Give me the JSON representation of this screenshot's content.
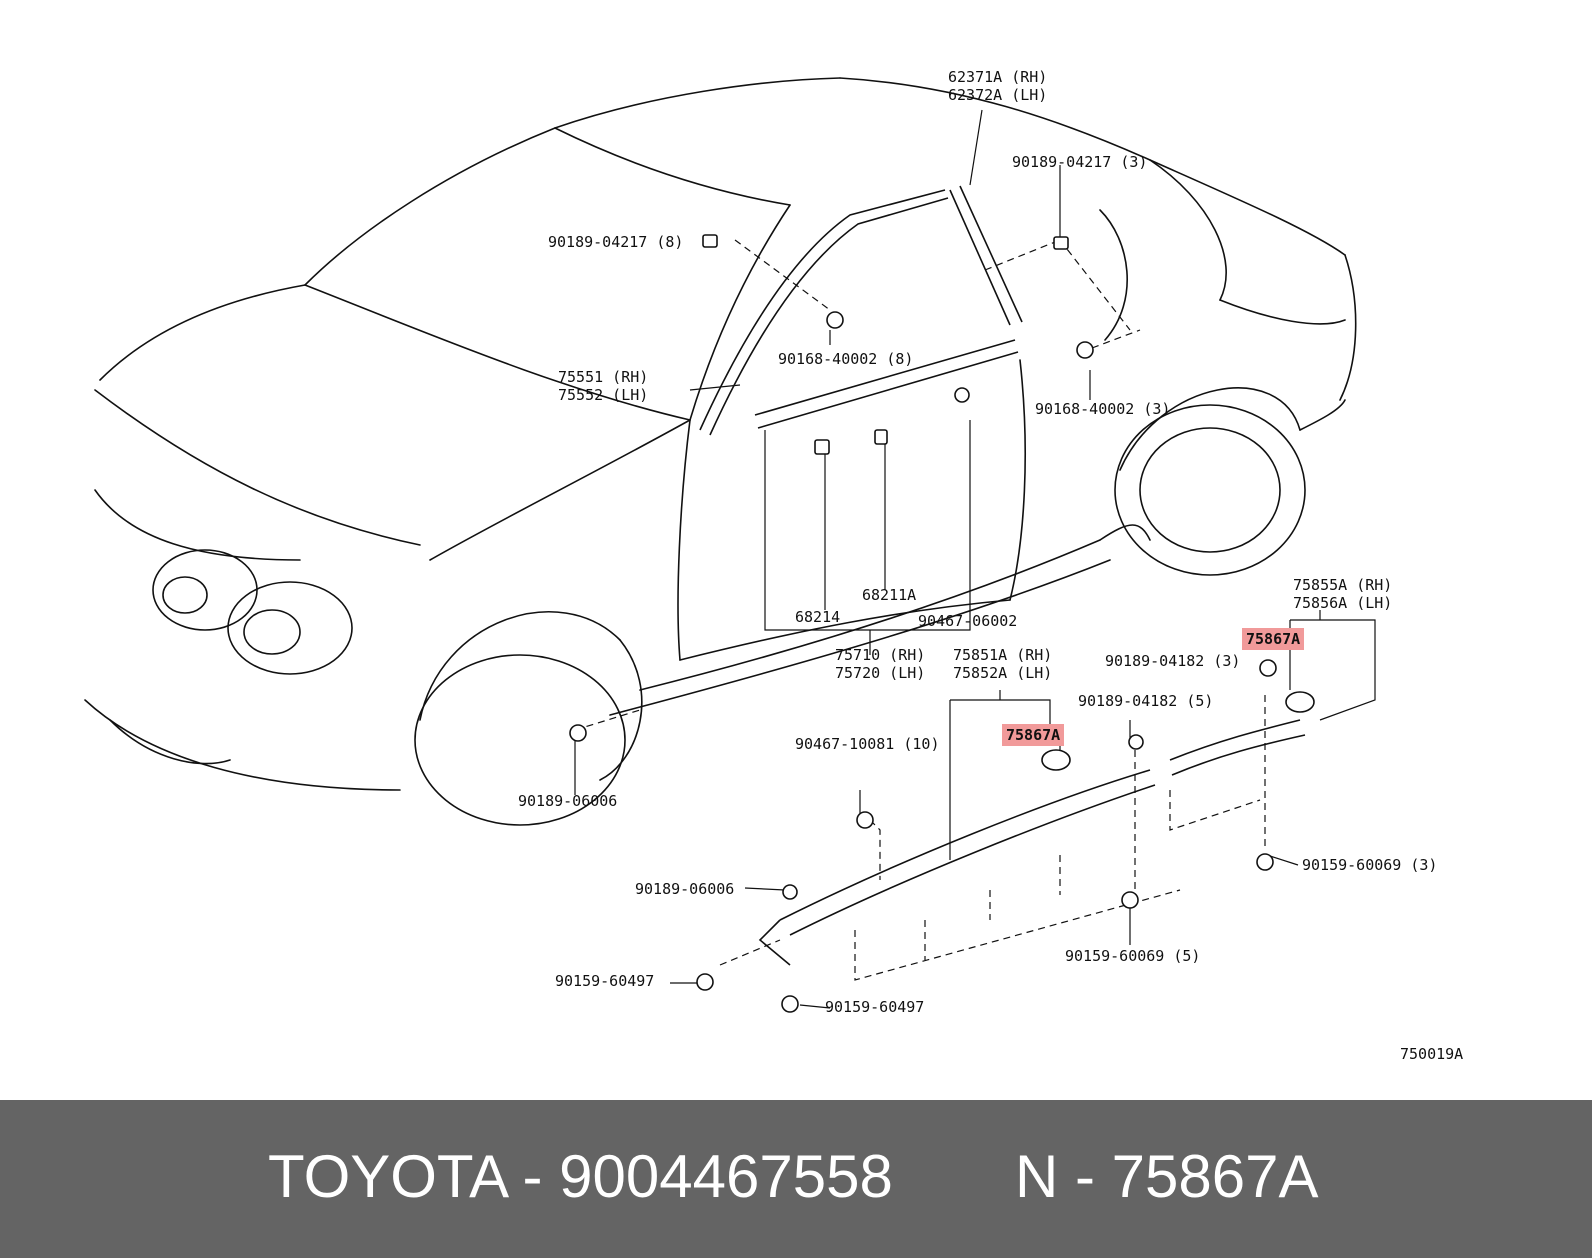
{
  "labels": {
    "l62371": "62371A (RH)",
    "l62372": "62372A (LH)",
    "l90189_04217_3": "90189-04217 (3)",
    "l90189_04217_8": "90189-04217 (8)",
    "l90168_40002_8": "90168-40002 (8)",
    "l90168_40002_3": "90168-40002 (3)",
    "l75551": "75551 (RH)",
    "l75552": "75552 (LH)",
    "l68211A": "68211A",
    "l68214": "68214",
    "l90467_06002": "90467-06002",
    "l75710": "75710 (RH)",
    "l75720": "75720 (LH)",
    "l75851A": "75851A (RH)",
    "l75852A": "75852A (LH)",
    "l75855A": "75855A (RH)",
    "l75856A": "75856A (LH)",
    "l75867A_a": "75867A",
    "l75867A_b": "75867A",
    "l90189_04182_3": "90189-04182 (3)",
    "l90189_04182_5": "90189-04182 (5)",
    "l90467_10081": "90467-10081 (10)",
    "l90189_06006_a": "90189-06006",
    "l90189_06006_b": "90189-06006",
    "l90159_60069_3": "90159-60069 (3)",
    "l90159_60069_5": "90159-60069 (5)",
    "l90159_60497_a": "90159-60497",
    "l90159_60497_b": "90159-60497",
    "l750019A": "750019A"
  },
  "footer": {
    "brand_part": "TOYOTA - 9004467558",
    "ref": "N - 75867A"
  },
  "colors": {
    "highlight": "#f19a9a",
    "footer_bg": "#646464",
    "footer_text": "#ffffff"
  }
}
